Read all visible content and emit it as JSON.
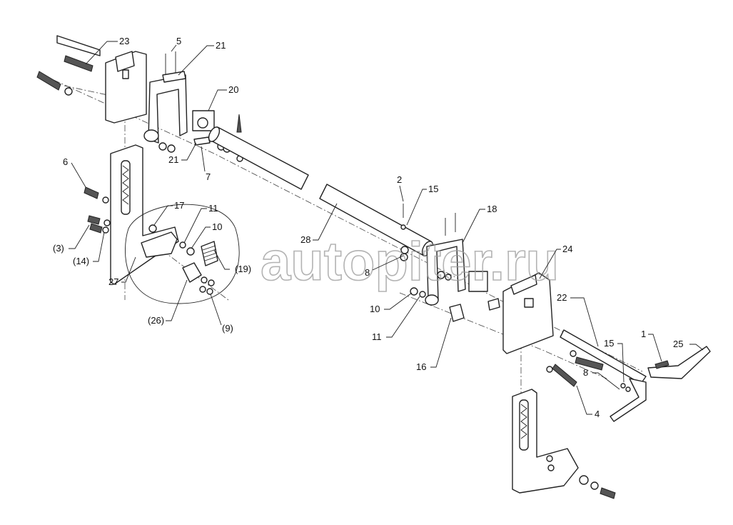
{
  "diagram": {
    "watermark": "autopiter.ru",
    "callouts": [
      "23",
      "5",
      "21",
      "20",
      "21",
      "7",
      "6",
      "(3)",
      "(14)",
      "17",
      "11",
      "10",
      "(19)",
      "27",
      "(26)",
      "(9)",
      "28",
      "2",
      "15",
      "8",
      "18",
      "24",
      "10",
      "11",
      "16",
      "22",
      "15",
      "1",
      "25",
      "8",
      "4"
    ]
  },
  "colors": {
    "line": "#222222",
    "watermark": "#9a9a9a"
  }
}
